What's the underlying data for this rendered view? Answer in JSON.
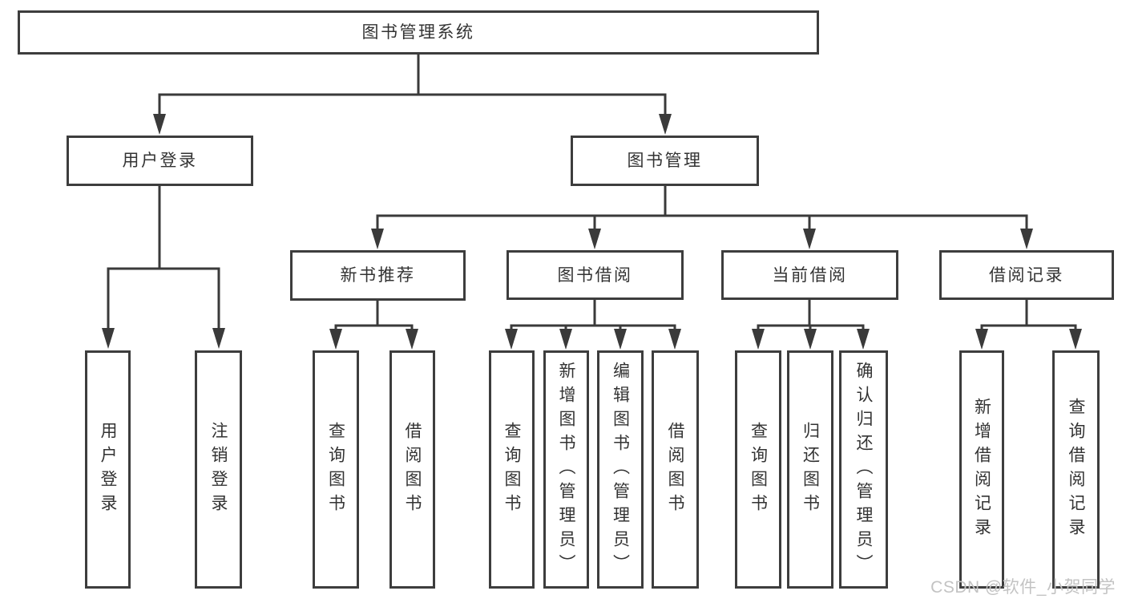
{
  "root_label": "图书管理系统",
  "branches": {
    "user_login": {
      "label": "用户登录",
      "children": [
        "用户登录",
        "注销登录"
      ]
    },
    "book_mgmt": {
      "label": "图书管理",
      "sections": {
        "new_book_rec": {
          "label": "新书推荐",
          "children": [
            "查询图书",
            "借阅图书"
          ]
        },
        "book_borrow": {
          "label": "图书借阅",
          "children": [
            "查询图书",
            "新增图书（管理员）",
            "编辑图书（管理员）",
            "借阅图书"
          ]
        },
        "current_borrow": {
          "label": "当前借阅",
          "children": [
            "查询图书",
            "归还图书",
            "确认归还（管理员）"
          ]
        },
        "borrow_records": {
          "label": "借阅记录",
          "children": [
            "新增借阅记录",
            "查询借阅记录"
          ]
        }
      }
    }
  },
  "watermark": "CSDN @软件_小贺同学",
  "colors": {
    "line": "#3a3a3a",
    "box_border": "#3d3d3d",
    "text": "#333333",
    "background": "#ffffff",
    "watermark": "#c3c3c3"
  }
}
